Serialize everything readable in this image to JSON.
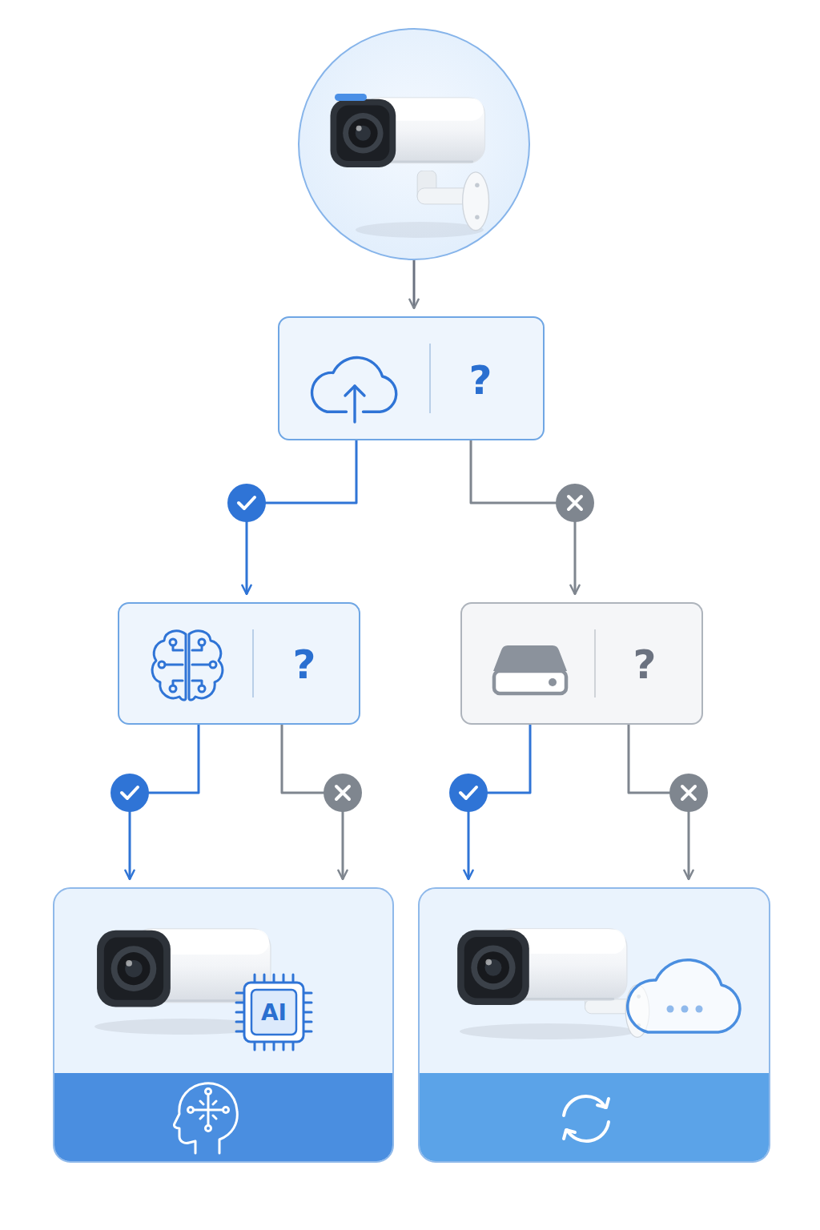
{
  "diagram": {
    "nodes": [
      {
        "text": []
      },
      {
        "text": [
          "?"
        ]
      },
      {
        "text": [
          "?"
        ]
      },
      {
        "text": [
          "?"
        ]
      },
      {
        "text": [
          "AI"
        ]
      },
      {
        "text": []
      }
    ],
    "edges": [
      {
        "from": 0,
        "to": 1,
        "arrow": "to"
      },
      {
        "from": 1,
        "to": 2,
        "arrow": "to"
      },
      {
        "from": 1,
        "to": 3,
        "arrow": "to"
      },
      {
        "from": 2,
        "to": 4,
        "arrow": "to"
      },
      {
        "from": 2,
        "to": 4,
        "arrow": "to"
      },
      {
        "from": 3,
        "to": 5,
        "arrow": "to"
      },
      {
        "from": 3,
        "to": 5,
        "arrow": "to"
      }
    ]
  }
}
